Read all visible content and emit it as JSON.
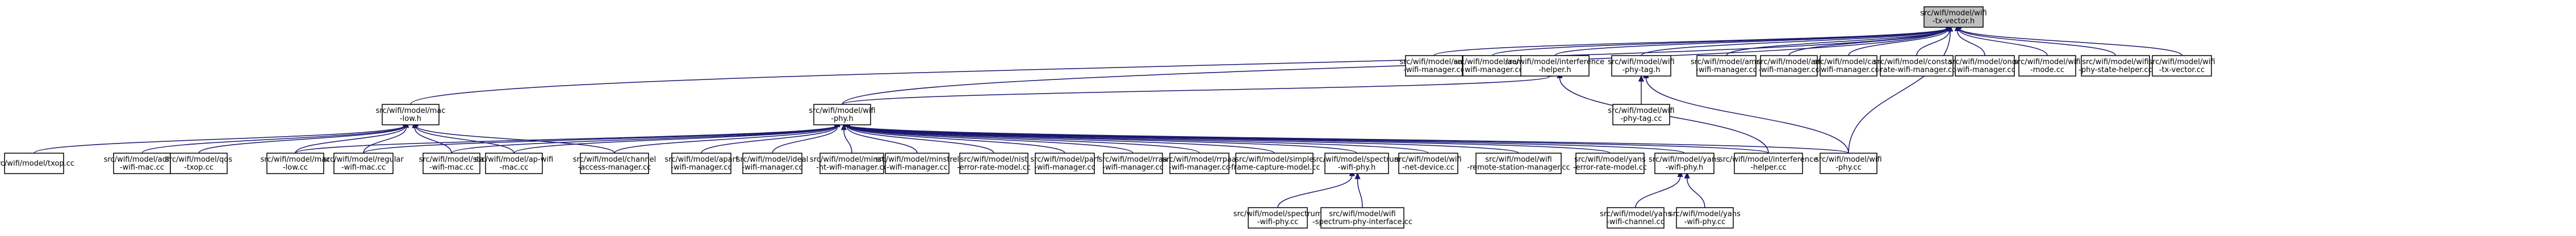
{
  "graph": {
    "edge_color": "#191970",
    "root_fill": "#bfbfbf",
    "nodes": [
      {
        "id": "n0",
        "lines": [
          "src/wifi/model/wifi",
          "-tx-vector.h"
        ],
        "root": true
      },
      {
        "id": "n1",
        "lines": [
          "src/wifi/model/aarf",
          "-wifi-manager.cc"
        ]
      },
      {
        "id": "n2",
        "lines": [
          "src/wifi/model/aarfcd",
          "-wifi-manager.cc"
        ]
      },
      {
        "id": "n3",
        "lines": [
          "src/wifi/model/interference",
          "-helper.h"
        ]
      },
      {
        "id": "n4",
        "lines": [
          "src/wifi/model/wifi",
          "-phy-tag.h"
        ]
      },
      {
        "id": "n5",
        "lines": [
          "src/wifi/model/amrr",
          "-wifi-manager.cc"
        ]
      },
      {
        "id": "n6",
        "lines": [
          "src/wifi/model/arf",
          "-wifi-manager.cc"
        ]
      },
      {
        "id": "n7",
        "lines": [
          "src/wifi/model/cara",
          "-wifi-manager.cc"
        ]
      },
      {
        "id": "n8",
        "lines": [
          "src/wifi/model/constant",
          "-rate-wifi-manager.cc"
        ]
      },
      {
        "id": "n9",
        "lines": [
          "src/wifi/model/onoe",
          "-wifi-manager.cc"
        ]
      },
      {
        "id": "n10",
        "lines": [
          "src/wifi/model/wifi",
          "-mode.cc"
        ]
      },
      {
        "id": "n11",
        "lines": [
          "src/wifi/model/wifi",
          "-phy-state-helper.cc"
        ]
      },
      {
        "id": "n12",
        "lines": [
          "src/wifi/model/wifi",
          "-tx-vector.cc"
        ]
      },
      {
        "id": "n13",
        "lines": [
          "src/wifi/model/mac",
          "-low.h"
        ]
      },
      {
        "id": "n14",
        "lines": [
          "src/wifi/model/wifi",
          "-phy.h"
        ]
      },
      {
        "id": "n15",
        "lines": [
          "src/wifi/model/wifi",
          "-phy-tag.cc"
        ]
      },
      {
        "id": "n16",
        "lines": [
          "src/wifi/model/txop.cc"
        ]
      },
      {
        "id": "n17",
        "lines": [
          "src/wifi/model/adhoc",
          "-wifi-mac.cc"
        ]
      },
      {
        "id": "n18",
        "lines": [
          "src/wifi/model/qos",
          "-txop.cc"
        ]
      },
      {
        "id": "n19",
        "lines": [
          "src/wifi/model/mac",
          "-low.cc"
        ]
      },
      {
        "id": "n20",
        "lines": [
          "src/wifi/model/regular",
          "-wifi-mac.cc"
        ]
      },
      {
        "id": "n21",
        "lines": [
          "src/wifi/model/sta",
          "-wifi-mac.cc"
        ]
      },
      {
        "id": "n22",
        "lines": [
          "src/wifi/model/ap-wifi",
          "-mac.cc"
        ]
      },
      {
        "id": "n23",
        "lines": [
          "src/wifi/model/channel",
          "-access-manager.cc"
        ]
      },
      {
        "id": "n24",
        "lines": [
          "src/wifi/model/aparf",
          "-wifi-manager.cc"
        ]
      },
      {
        "id": "n25",
        "lines": [
          "src/wifi/model/ideal",
          "-wifi-manager.cc"
        ]
      },
      {
        "id": "n26",
        "lines": [
          "src/wifi/model/minstrel",
          "-ht-wifi-manager.cc"
        ]
      },
      {
        "id": "n27",
        "lines": [
          "src/wifi/model/minstrel",
          "-wifi-manager.cc"
        ]
      },
      {
        "id": "n28",
        "lines": [
          "src/wifi/model/nist",
          "-error-rate-model.cc"
        ]
      },
      {
        "id": "n29",
        "lines": [
          "src/wifi/model/parf",
          "-wifi-manager.cc"
        ]
      },
      {
        "id": "n30",
        "lines": [
          "src/wifi/model/rraa",
          "-wifi-manager.cc"
        ]
      },
      {
        "id": "n31",
        "lines": [
          "src/wifi/model/rrpaa",
          "-wifi-manager.cc"
        ]
      },
      {
        "id": "n32",
        "lines": [
          "src/wifi/model/simple",
          "-frame-capture-model.cc"
        ]
      },
      {
        "id": "n33",
        "lines": [
          "src/wifi/model/spectrum",
          "-wifi-phy.h"
        ]
      },
      {
        "id": "n34",
        "lines": [
          "src/wifi/model/wifi",
          "-net-device.cc"
        ]
      },
      {
        "id": "n35",
        "lines": [
          "src/wifi/model/wifi",
          "-remote-station-manager.cc"
        ]
      },
      {
        "id": "n36",
        "lines": [
          "src/wifi/model/yans",
          "-error-rate-model.cc"
        ]
      },
      {
        "id": "n37",
        "lines": [
          "src/wifi/model/yans",
          "-wifi-phy.h"
        ]
      },
      {
        "id": "n38",
        "lines": [
          "src/wifi/model/interference",
          "-helper.cc"
        ]
      },
      {
        "id": "n39",
        "lines": [
          "src/wifi/model/wifi",
          "-phy.cc"
        ]
      },
      {
        "id": "n40",
        "lines": [
          "src/wifi/model/spectrum",
          "-wifi-phy.cc"
        ]
      },
      {
        "id": "n41",
        "lines": [
          "src/wifi/model/wifi",
          "-spectrum-phy-interface.cc"
        ]
      },
      {
        "id": "n42",
        "lines": [
          "src/wifi/model/yans",
          "-wifi-channel.cc"
        ]
      },
      {
        "id": "n43",
        "lines": [
          "src/wifi/model/yans",
          "-wifi-phy.cc"
        ]
      }
    ],
    "edges": [
      [
        "n1",
        "n0"
      ],
      [
        "n2",
        "n0"
      ],
      [
        "n3",
        "n0"
      ],
      [
        "n4",
        "n0"
      ],
      [
        "n5",
        "n0"
      ],
      [
        "n6",
        "n0"
      ],
      [
        "n7",
        "n0"
      ],
      [
        "n8",
        "n0"
      ],
      [
        "n9",
        "n0"
      ],
      [
        "n10",
        "n0"
      ],
      [
        "n11",
        "n0"
      ],
      [
        "n12",
        "n0"
      ],
      [
        "n13",
        "n0"
      ],
      [
        "n14",
        "n0"
      ],
      [
        "n39",
        "n0"
      ],
      [
        "n14",
        "n3"
      ],
      [
        "n38",
        "n3"
      ],
      [
        "n15",
        "n4"
      ],
      [
        "n39",
        "n4"
      ],
      [
        "n16",
        "n13"
      ],
      [
        "n17",
        "n13"
      ],
      [
        "n18",
        "n13"
      ],
      [
        "n19",
        "n13"
      ],
      [
        "n20",
        "n13"
      ],
      [
        "n21",
        "n13"
      ],
      [
        "n22",
        "n13"
      ],
      [
        "n23",
        "n13"
      ],
      [
        "n19",
        "n14"
      ],
      [
        "n20",
        "n14"
      ],
      [
        "n21",
        "n14"
      ],
      [
        "n22",
        "n14"
      ],
      [
        "n23",
        "n14"
      ],
      [
        "n24",
        "n14"
      ],
      [
        "n25",
        "n14"
      ],
      [
        "n26",
        "n14"
      ],
      [
        "n27",
        "n14"
      ],
      [
        "n28",
        "n14"
      ],
      [
        "n29",
        "n14"
      ],
      [
        "n30",
        "n14"
      ],
      [
        "n31",
        "n14"
      ],
      [
        "n32",
        "n14"
      ],
      [
        "n33",
        "n14"
      ],
      [
        "n34",
        "n14"
      ],
      [
        "n35",
        "n14"
      ],
      [
        "n36",
        "n14"
      ],
      [
        "n37",
        "n14"
      ],
      [
        "n38",
        "n14"
      ],
      [
        "n39",
        "n14"
      ],
      [
        "n40",
        "n33"
      ],
      [
        "n41",
        "n33"
      ],
      [
        "n42",
        "n37"
      ],
      [
        "n43",
        "n37"
      ]
    ]
  }
}
